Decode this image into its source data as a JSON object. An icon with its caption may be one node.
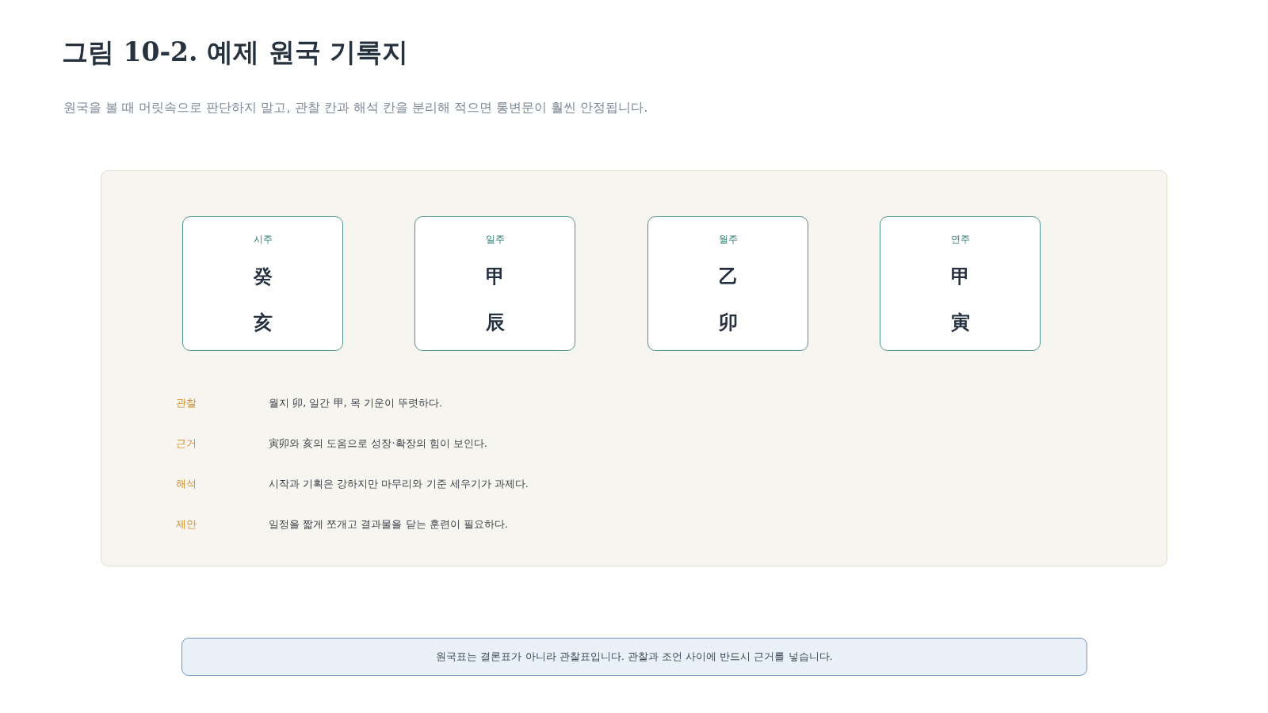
{
  "diagram": {
    "title": "그림 10-2. 예제 원국 기록지",
    "caption": "원국을 볼 때 머릿속으로 판단하지 말고, 관찰 칸과 해석 칸을 분리해 적으면 통변문이 훨씬 안정됩니다.",
    "nodes": [
      {
        "text": [],
        "shape": "box"
      },
      {
        "text": [
          "시주",
          "癸",
          "亥"
        ],
        "in": 0
      },
      {
        "text": [
          "일주",
          "甲",
          "辰"
        ],
        "in": 0
      },
      {
        "text": [
          "월주",
          "乙",
          "卯"
        ],
        "in": 0
      },
      {
        "text": [
          "연주",
          "甲",
          "寅"
        ],
        "in": 0
      },
      {
        "text": [
          "원국표는 결론표가 아니라 관찰표입니다. 관찰과 조언 사이에 반드시 근거를 넣습니다."
        ]
      }
    ],
    "labels": [
      "관찰",
      "월지 卯, 일간 甲, 목 기운이 뚜렷하다.",
      "근거",
      "寅卯와 亥의 도움으로 성장·확장의 힘이 보인다.",
      "해석",
      "시작과 기획은 강하지만 마무리와 기준 세우기가 과제다.",
      "제안",
      "일정을 짧게 쪼개고 결과물을 닫는 훈련이 필요하다."
    ]
  }
}
